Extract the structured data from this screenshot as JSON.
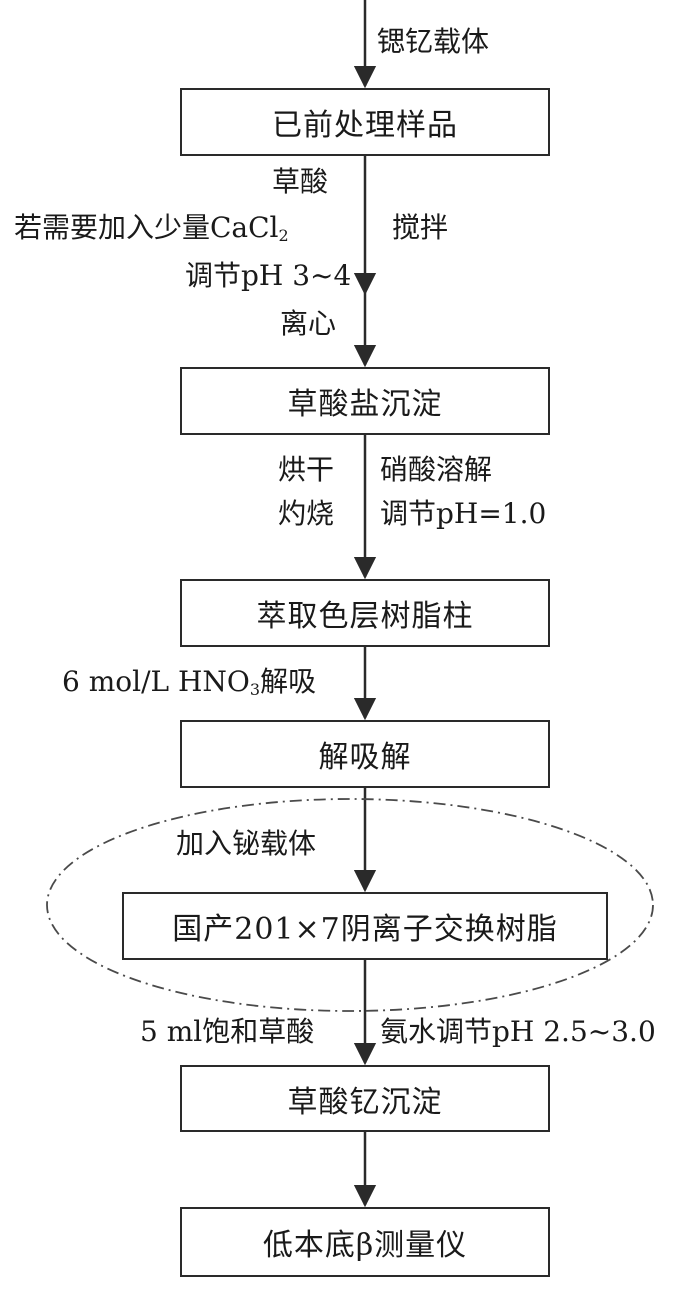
{
  "diagram": {
    "boxes": [
      {
        "id": "pretreated-sample",
        "text": "已前处理样品"
      },
      {
        "id": "oxalate-precipitate",
        "text": "草酸盐沉淀"
      },
      {
        "id": "extraction-resin-column",
        "text": "萃取色层树脂柱"
      },
      {
        "id": "desorption-solution",
        "text": "解吸解"
      },
      {
        "id": "anion-exchange-resin",
        "text": "国产201×7阴离子交换树脂"
      },
      {
        "id": "yttrium-oxalate-precipitate",
        "text": "草酸钇沉淀"
      },
      {
        "id": "low-background-beta-counter",
        "text": "低本底β测量仪"
      }
    ],
    "labels": {
      "carrier": "锶钇载体",
      "oxalic": "草酸",
      "cacl2_prefix": "若需要加入少量CaCl",
      "cacl2_sub": "2",
      "stir": "搅拌",
      "adjust_ph_3_4": "调节pH 3~4",
      "centrifuge": "离心",
      "dry": "烘干",
      "burn": "灼烧",
      "nitric_dissolve": "硝酸溶解",
      "adjust_ph_1": "调节pH=1.0",
      "hno3_prefix": "6 mol/L HNO",
      "hno3_sub": "3",
      "hno3_suffix": "解吸",
      "bi_carrier": "加入铋载体",
      "sat_oxalic": "5 ml饱和草酸",
      "ammonia_adjust": "氨水调节pH 2.5~3.0"
    }
  }
}
